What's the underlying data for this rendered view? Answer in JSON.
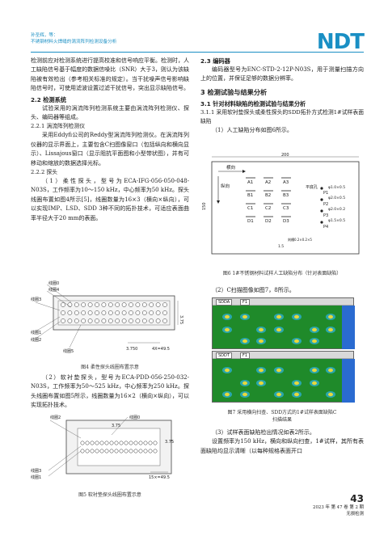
{
  "header": {
    "authors": "孙圣辉，等：",
    "title": "不锈钢材料火焊缝的涡流阵列检测设备分析",
    "logo_text": "NDT"
  },
  "left_column": {
    "intro": "检测前应对检测系统进行提高校准和信号响应平衡。检测时，人工缺陷信号基于幅度的数据信噪比（SNR）大于3，则认为该缺陷被有效检出（参考相关标准的规定）。当干扰噪声信号影响缺陷信号时，可使用滤波设置过滤干扰信号，突出显示缺陷信号。",
    "sec22_title": "2.2 检测系统",
    "sec22_text": "试验采用的涡流阵列检测系统主要由涡流阵列检测仪、探头、编码器等组成。",
    "sec221_title": "2.2.1 涡流阵列检测仪",
    "sec221_text": "采用Eddyfi公司的Reddy型涡流阵列检测仪。在涡流阵列仪器的显示界面上，主要包含C扫图像窗口（包括纵向和横向显示）、Lissajous窗口（显示阻抗平面图和小型带状图），并有可移动和缩放的数据选择光标。",
    "sec222_title": "2.2.2 探头",
    "sec222_text1": "（1）柔性探头，型号为ECA-IFG-056-050-048-N03S，工作频率为10～150 kHz，中心频率为50 kHz。探头线圈布置如图4所示[5]，线圈数量为16×3（横向×纵向），可以实现IMP、LSD、SDD 3种不同的拓扑技术，可适应表面曲率半径大于20 mm的表面。",
    "fig4_labels": {
      "c0": "线圈0",
      "c4": "线圈4",
      "c3": "线圈3",
      "c1": "线圈1",
      "c2": "线圈2",
      "c5": "线圈5",
      "d1": "3.750",
      "d2": "4X=49.5",
      "d3": "3.75"
    },
    "fig4_caption": "图4 柔性探头线圈布置示意",
    "probe2_text": "（2）软衬垫探头，型号为ECA-PDD-056-250-032-N03S，工作频率为50～525 kHz，中心频率为250 kHz。探头线圈布置如图5所示，线圈数量为16×2（横向×纵向），可以实现拓扑技术。",
    "fig5_labels": {
      "c2": "线圈2",
      "c0": "线圈0",
      "c3": "线圈3",
      "c1": "线圈1",
      "d1": "3.75",
      "d2": "3.75",
      "d3": "15×=49.5"
    },
    "fig5_caption": "图5 软衬垫探头线圈布置示意"
  },
  "right_column": {
    "sec23_title": "2.3 编码器",
    "sec23_text": "编码器型号为ENC-STD-2-12P-N03S，用于测量扫描方向上的位置，并保证足够的数据分辨率。",
    "sec3_title": "3 检测试验与结果分析",
    "sec31_title": "3.1 针对材料缺陷的检测试验与结果分析",
    "sec311_title": "3.1.1 采用软衬垫探头或柔性探头的SDD拓扑方式检测1#试样表面缺陷",
    "sec311_item1": "（1）人工缺陷分布如图6所示。",
    "fig6_labels": {
      "width": "200",
      "height": "150",
      "transverse": "横向",
      "longitudinal": "纵向",
      "row_a": [
        "A1",
        "A2",
        "A3"
      ],
      "row_b": [
        "B1",
        "B2",
        "B3"
      ],
      "row_c": [
        "C1",
        "C2",
        "C3"
      ],
      "row_d": [
        "D1",
        "D2",
        "D3"
      ],
      "parallel_zone": "平底孔",
      "p1": "P1",
      "p2": "P2",
      "p3": "P3",
      "p4": "P4",
      "p_spec1": "φ1.0×0.5",
      "p_spec2": "φ2.0×0.5",
      "p_spec3": "φ2.0×0.2",
      "p_spec4": "φ1.5×0.5",
      "dim_bottom": "1.5",
      "slot_note": "刻槽0.2×0.2×5"
    },
    "fig6_caption": "图6 1#不锈钢材料试样人工缺陷分布（针对表面缺陷）",
    "item2": "（2）C扫描图像如图7，8所示。",
    "fig7_top_tag": "SDDA",
    "fig7_bottom_tag": "SDDT",
    "fig7_channel": "F1",
    "fig7_caption_l1": "图7 采用横向扫查、SDD方式的1#试样表面缺陷C",
    "fig7_caption_l2": "扫描结果",
    "item3": "（3）试样表面缺陷检出情况如表2所示。",
    "bottom_text": "设置频率为150 kHz，横向和纵向扫查，1#试样，其所有表面缺陷均显示清晰（以每种规格表面开口"
  },
  "footer": {
    "page_number": "43",
    "journal_line1": "2023 年 第 47 卷 第 2 期",
    "journal_line2": "无损检测"
  },
  "colors": {
    "accent": "#1a8fc4",
    "scan_background": "#1f8a2a",
    "scan_hot": "#e8d83a"
  }
}
